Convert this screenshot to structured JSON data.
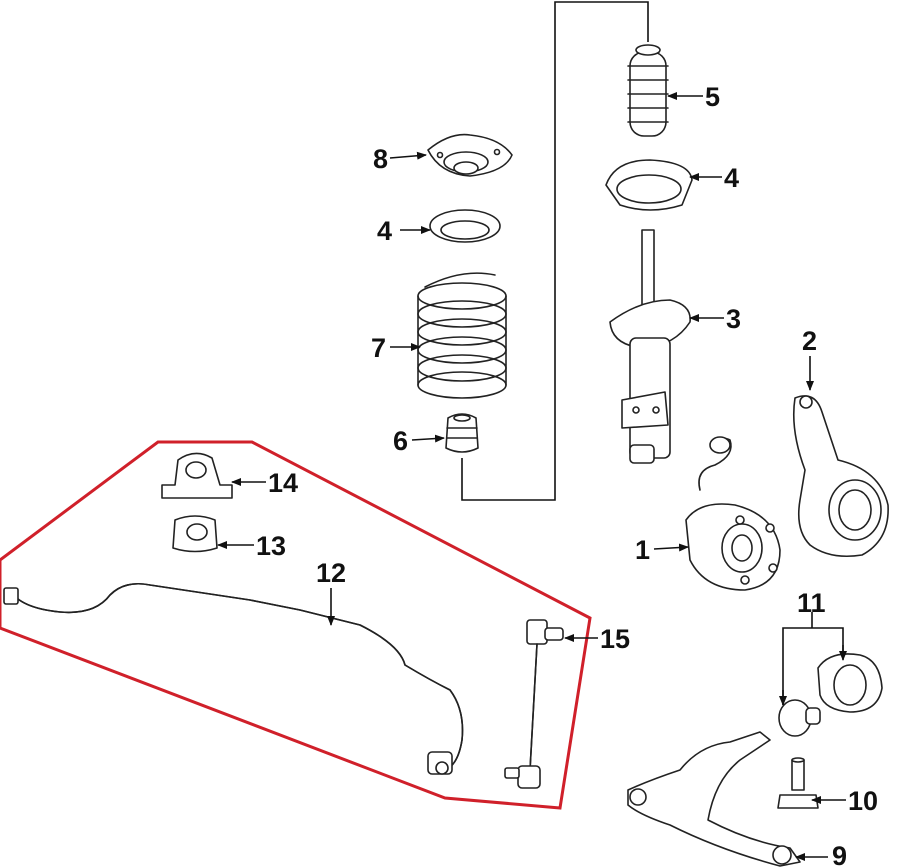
{
  "callouts": {
    "c1": "1",
    "c2": "2",
    "c3": "3",
    "c4a": "4",
    "c4b": "4",
    "c5": "5",
    "c6": "6",
    "c7": "7",
    "c8": "8",
    "c9": "9",
    "c10": "10",
    "c11": "11",
    "c12": "12",
    "c13": "13",
    "c14": "14",
    "c15": "15"
  },
  "colors": {
    "highlight_outline": "#d0202a",
    "line_art": "#222222",
    "background": "#ffffff"
  }
}
